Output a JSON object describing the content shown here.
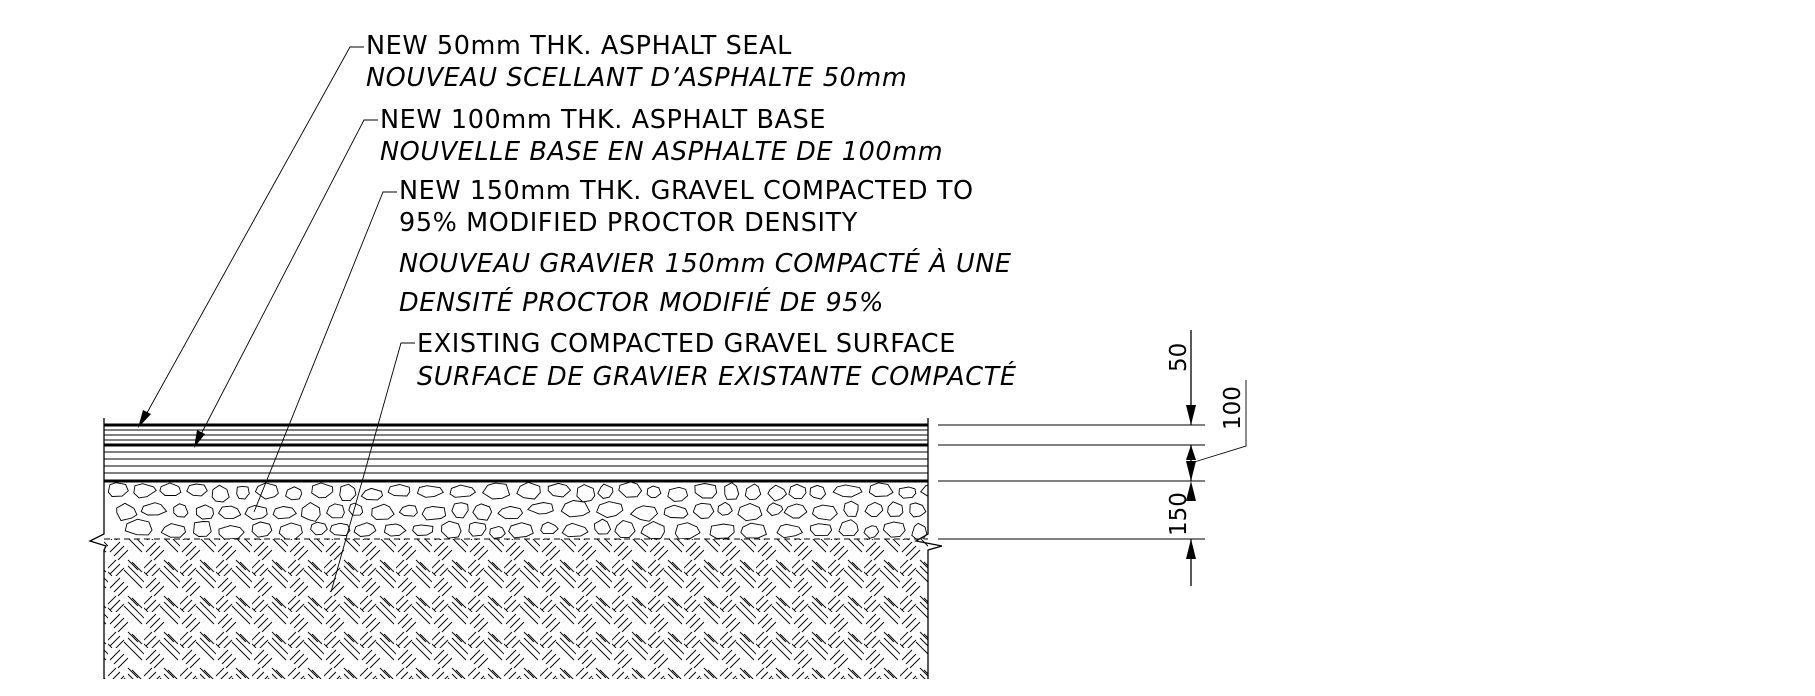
{
  "notes": [
    {
      "en": "NEW 50mm THK. ASPHALT SEAL",
      "fr": "NOUVEAU SCELLANT D’ASPHALTE 50mm"
    },
    {
      "en": "NEW 100mm THK. ASPHALT BASE",
      "fr": "NOUVELLE BASE EN ASPHALTE DE 100mm"
    },
    {
      "en_lines": [
        "NEW 150mm THK. GRAVEL COMPACTED TO",
        "95% MODIFIED PROCTOR DENSITY"
      ],
      "fr_lines": [
        "NOUVEAU GRAVIER 150mm COMPACTÉ À UNE",
        "DENSITÉ PROCTOR MODIFIÉ DE 95%"
      ]
    },
    {
      "en": "EXISTING COMPACTED GRAVEL SURFACE",
      "fr": "SURFACE DE GRAVIER EXISTANTE COMPACTÉ"
    }
  ],
  "dimensions": {
    "seal": "50",
    "base": "100",
    "gravel": "150"
  }
}
